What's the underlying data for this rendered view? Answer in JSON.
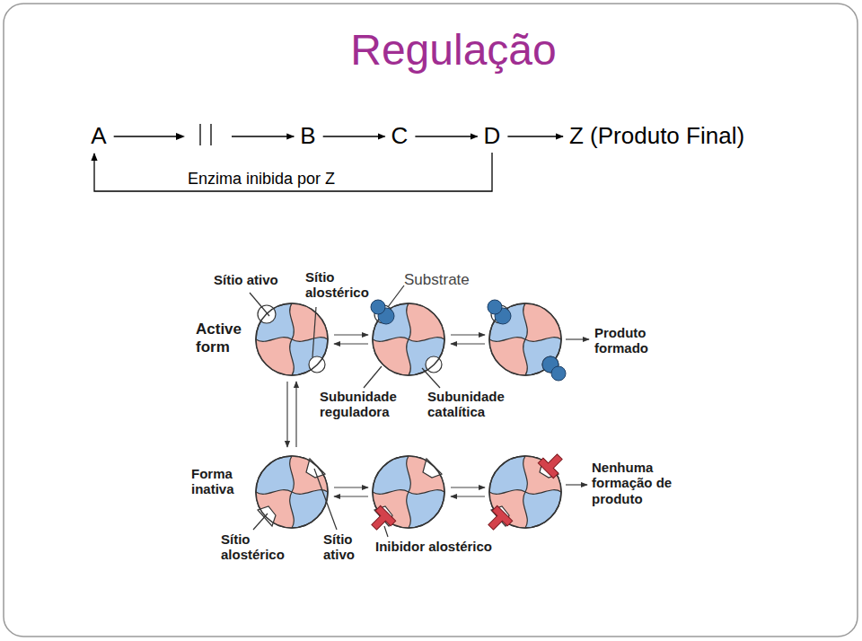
{
  "diagram": {
    "title": "Regulação",
    "nodes": [
      {
        "text": [
          "A"
        ]
      },
      {
        "text": [
          "B"
        ]
      },
      {
        "text": [
          "C"
        ]
      },
      {
        "text": [
          "D"
        ]
      },
      {
        "text": [
          "Z (Produto Final)"
        ]
      }
    ],
    "edges": [
      {
        "from": 0,
        "to": 1,
        "arrow": "to"
      },
      {
        "from": 1,
        "to": 2,
        "arrow": "to"
      },
      {
        "from": 2,
        "to": 3,
        "arrow": "to"
      },
      {
        "from": 3,
        "to": 4,
        "arrow": "to"
      },
      {
        "from": 3,
        "to": 0,
        "arrow": "to",
        "label": "Enzima inibida por Z"
      }
    ],
    "labels": [
      "Sítio ativo",
      "Sítio alostérico",
      "Substrate",
      "Active form",
      "Subunidade reguladora",
      "Subunidade catalítica",
      "Produto formado",
      "Forma inativa",
      "Sítio alostérico",
      "Sítio ativo",
      "Inibidor alostérico",
      "Nenhuma formação de produto"
    ]
  }
}
